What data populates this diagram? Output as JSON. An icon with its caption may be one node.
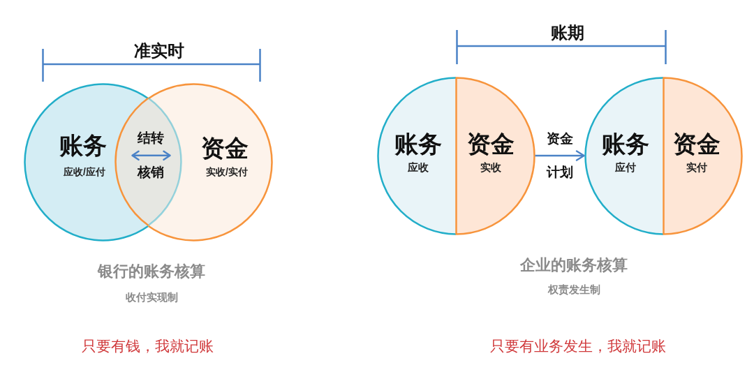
{
  "diagram": {
    "nodes": [
      {
        "text": [
          "账务",
          "应收/应付"
        ]
      },
      {
        "text": [
          "资金",
          "实收/实付"
        ]
      },
      {
        "text": [
          "结转",
          "核销"
        ]
      },
      {
        "text": [
          "账务",
          "应收"
        ]
      },
      {
        "text": [
          "资金",
          "实收"
        ]
      },
      {
        "text": [
          "账务",
          "应付"
        ]
      },
      {
        "text": [
          "资金",
          "实付"
        ]
      }
    ],
    "edges": [
      {
        "from": 4,
        "to": 5,
        "arrow": "to",
        "label": "资金计划"
      }
    ],
    "labels": [
      "准实时",
      "银行的账务核算",
      "收付实现制",
      "只要有钱，我就记账",
      "账期",
      "企业的账务核算",
      "权责发生制",
      "只要有业务发生，我就记账"
    ]
  }
}
